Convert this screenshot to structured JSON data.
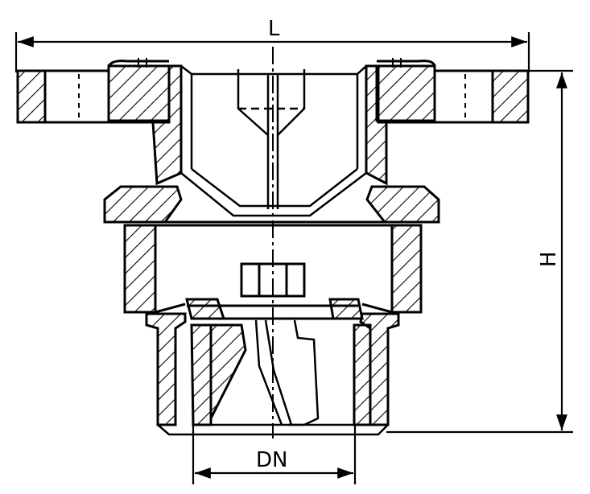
{
  "labels": {
    "length": "L",
    "height": "H",
    "nominal_diameter": "DN"
  },
  "colors": {
    "line": "#000000",
    "background": "#ffffff"
  }
}
